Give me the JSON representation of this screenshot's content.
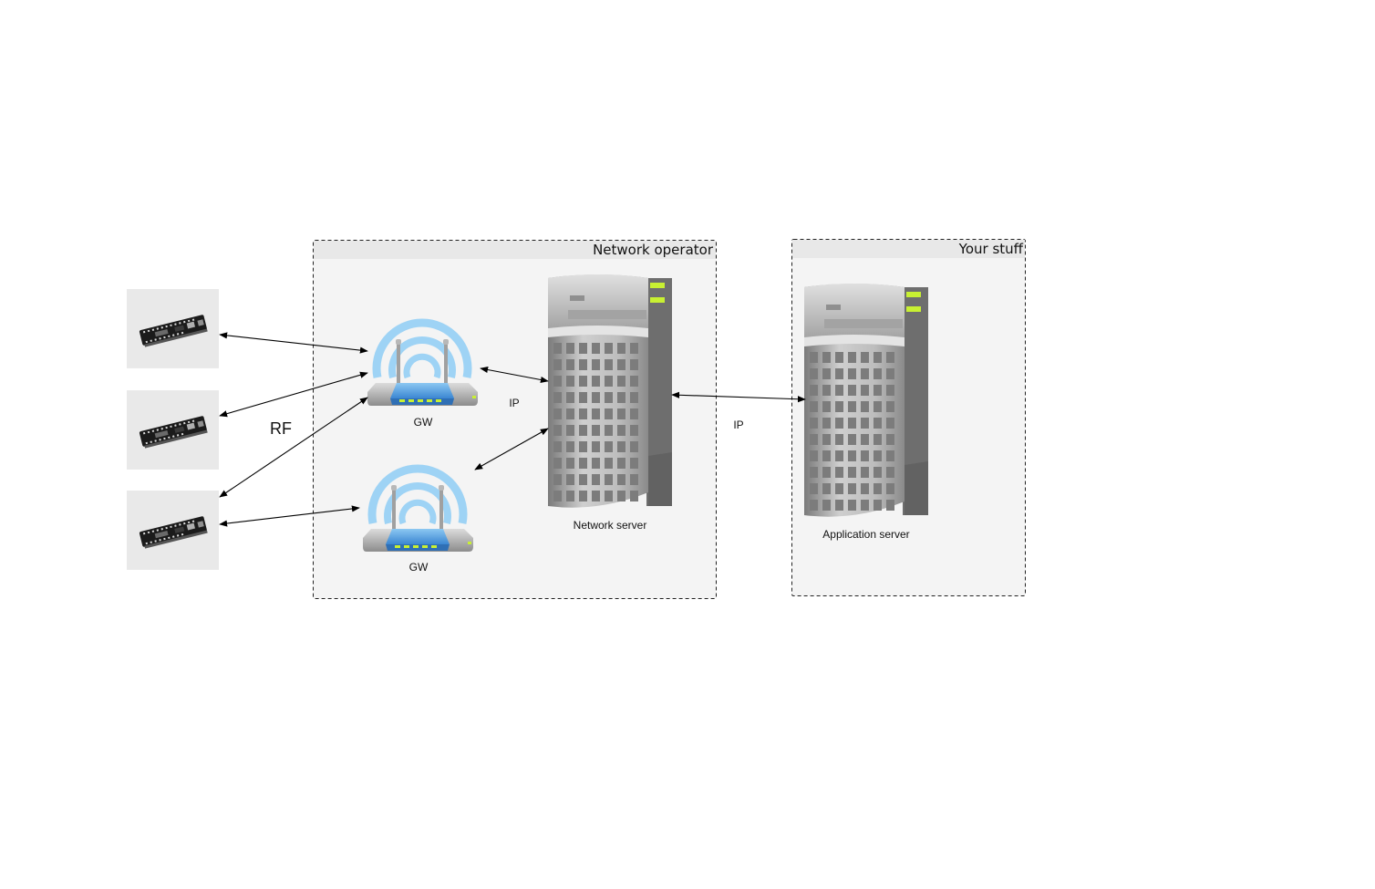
{
  "groups": {
    "network_operator": {
      "title": "Network operator"
    },
    "your_stuff": {
      "title": "Your stuff"
    }
  },
  "labels": {
    "gw_top": "GW",
    "gw_bottom": "GW",
    "network_server": "Network server",
    "application_server": "Application server",
    "rf": "RF",
    "ip_gw_ns": "IP",
    "ip_ns_as": "IP"
  },
  "icons": {
    "device": "lora-board-icon",
    "gateway": "wifi-router-icon",
    "server": "server-tower-icon"
  },
  "colors": {
    "group_fill": "#f4f4f4",
    "group_header": "#e8e8e8",
    "wifi_wave": "#9ed3f5",
    "router_blue": "#4f9fe0",
    "led_green": "#c8f032",
    "server_gray": "#8d8d8d"
  }
}
